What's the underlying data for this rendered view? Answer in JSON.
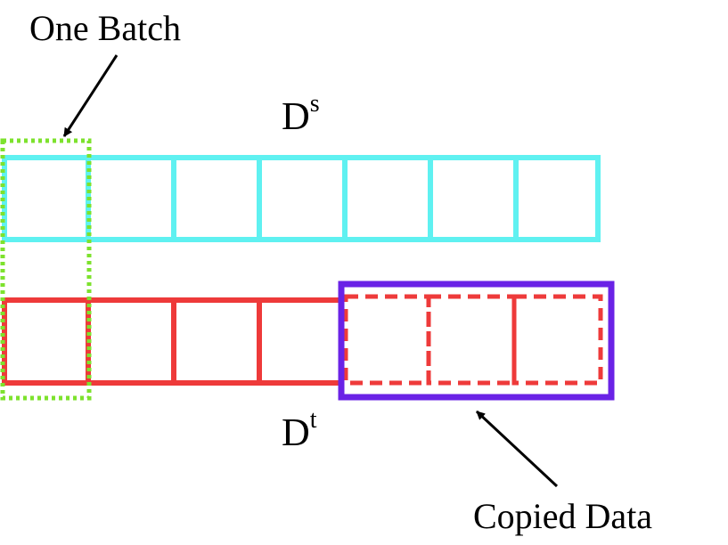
{
  "labels": {
    "batch": "One Batch",
    "source_main": "D",
    "source_sup": "s",
    "target_main": "D",
    "target_sup": "t",
    "copied": "Copied Data"
  },
  "rows": {
    "source": {
      "cells": 7,
      "color": "#5ff1f1"
    },
    "target": {
      "solid_cells": 4,
      "copied_cells": 3,
      "color": "#ee3a3a"
    }
  },
  "colors": {
    "batch_outline": "#7de22d",
    "copied_outline": "#6a22e6",
    "arrow": "#000000"
  }
}
